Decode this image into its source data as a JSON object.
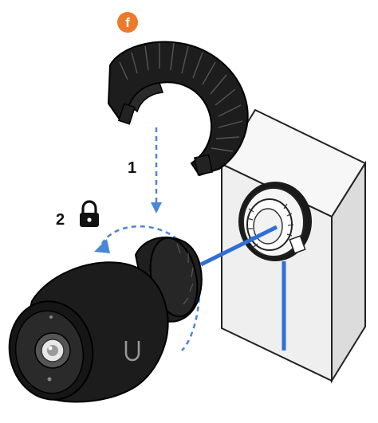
{
  "badge": {
    "letter": "f",
    "color": "#ec7a2a"
  },
  "steps": [
    {
      "number": "1"
    },
    {
      "number": "2"
    }
  ],
  "icons": {
    "lock": "lock-icon",
    "badge": "step-badge-icon"
  },
  "colors": {
    "cable": "#2f6fd6",
    "arrow": "#4a86d8",
    "camera": "#1c1c1c",
    "wall": "#efefef",
    "outline": "#111111"
  }
}
